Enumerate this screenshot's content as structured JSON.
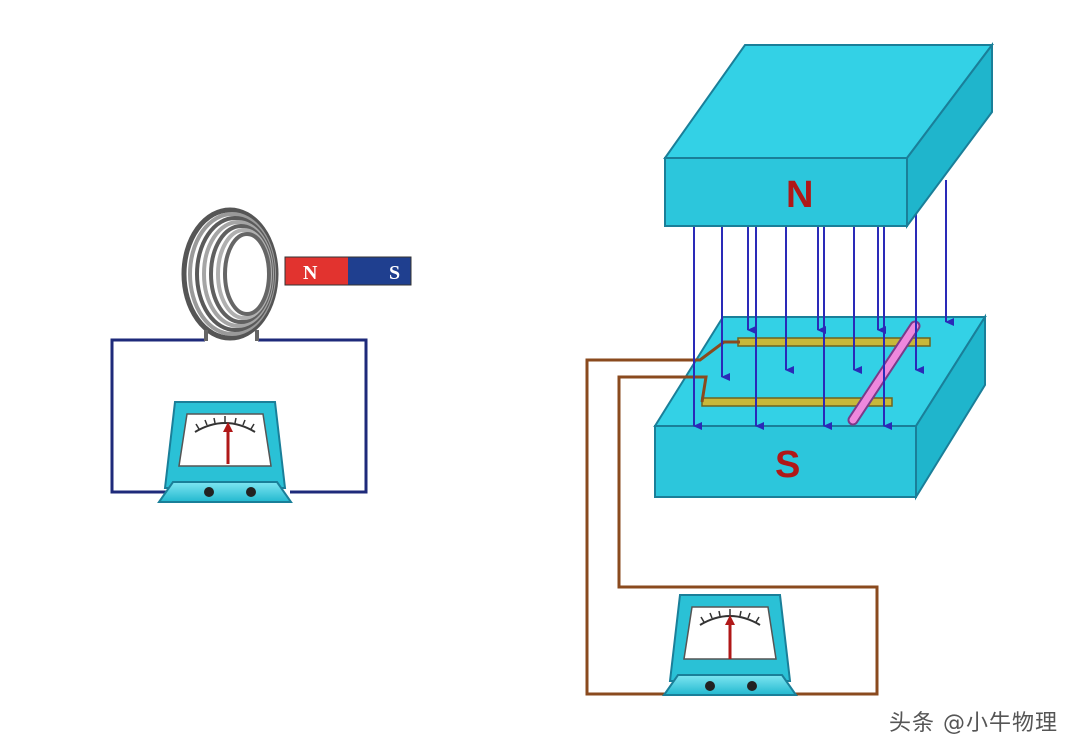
{
  "left_setup": {
    "magnet": {
      "north_label": "N",
      "south_label": "S"
    }
  },
  "right_setup": {
    "top_magnet_label": "N",
    "bottom_magnet_label": "S"
  },
  "watermark": "头条 @小牛物理",
  "colors": {
    "magnet_face": "#33d1e6",
    "magnet_side": "#1fb5cc",
    "magnet_edge": "#1a7f99",
    "field_line": "#2a2ab8",
    "circuit_left": "#1e2a7a",
    "circuit_right": "#8a4a1e",
    "rail": "#c8b83a",
    "rod": "#ee88dd",
    "north": "#e2332f",
    "south": "#1f3f8f",
    "coil": "#7a7a7a"
  }
}
